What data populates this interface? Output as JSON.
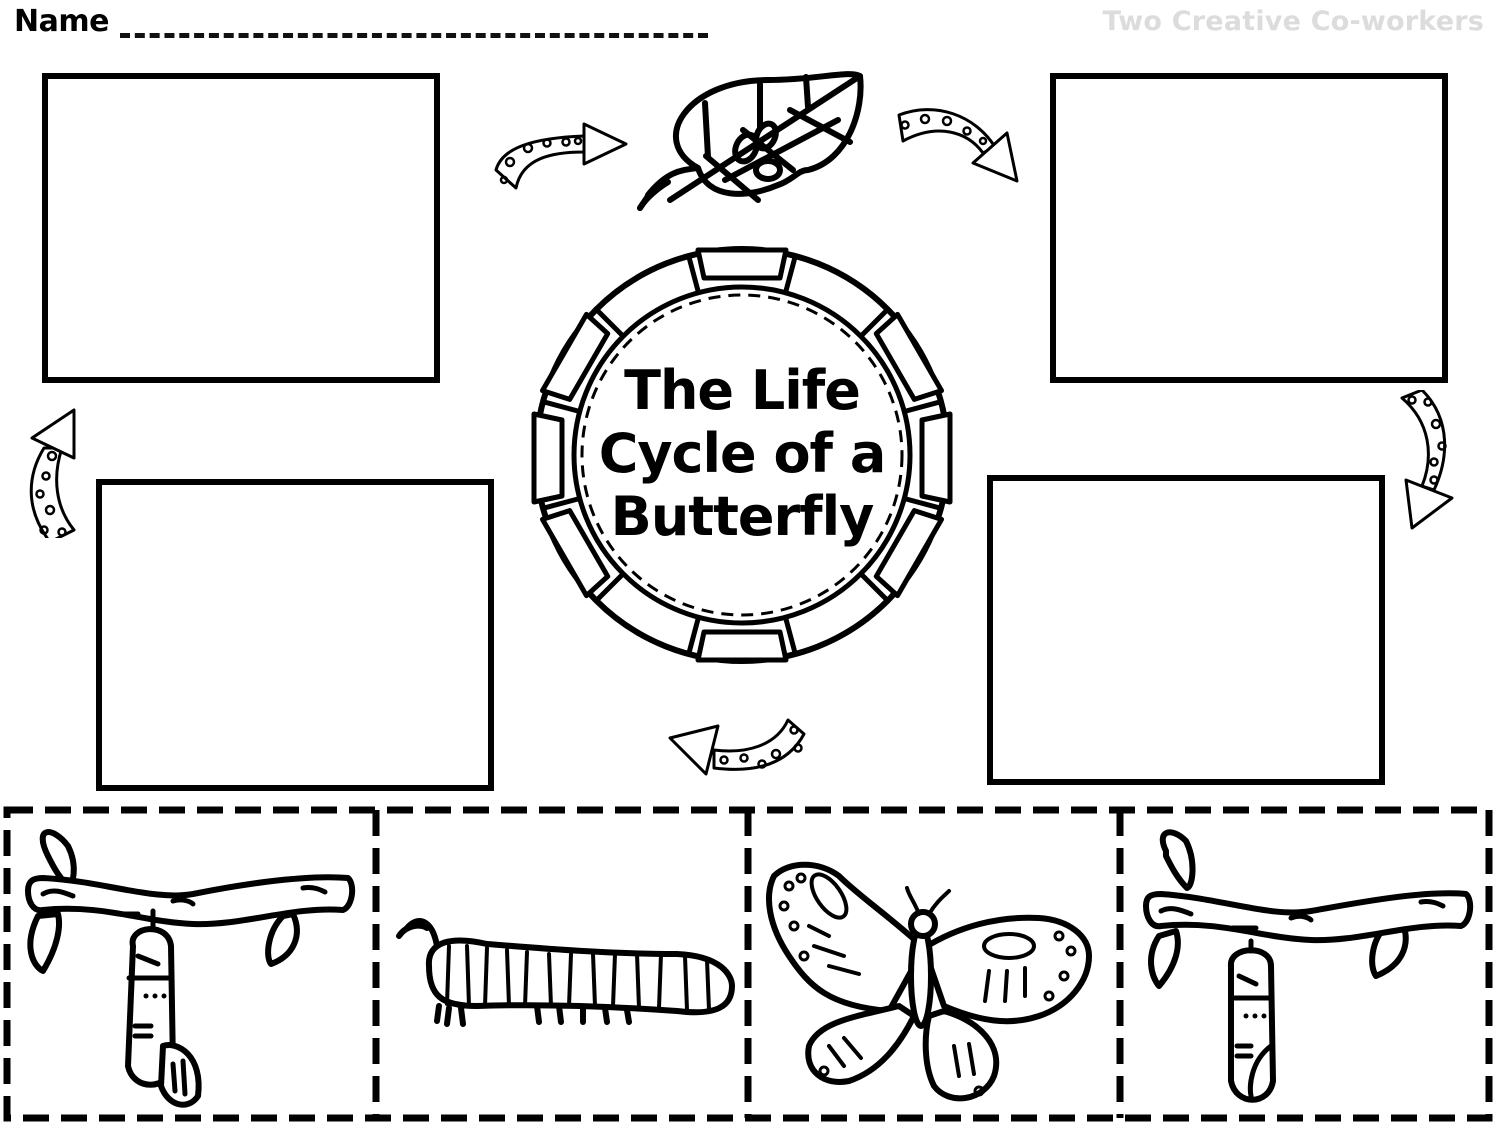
{
  "header": {
    "name_label": "Name",
    "name_field_placeholder": "",
    "watermark": "Two Creative Co-workers"
  },
  "center_badge": {
    "title_lines": [
      "The Life",
      "Cycle of a",
      "Butterfly"
    ]
  },
  "cycle_boxes": [
    {
      "id": "box-top-left",
      "content": ""
    },
    {
      "id": "box-top-right",
      "content": ""
    },
    {
      "id": "box-bottom-right",
      "content": ""
    },
    {
      "id": "box-bottom-left",
      "content": ""
    }
  ],
  "arrows": [
    {
      "position": "top-left",
      "direction": "right",
      "icon": "dotted-curved-arrow-icon"
    },
    {
      "position": "top-right",
      "direction": "down-right",
      "icon": "dotted-curved-arrow-icon"
    },
    {
      "position": "right",
      "direction": "down",
      "icon": "dotted-curved-arrow-icon"
    },
    {
      "position": "bottom",
      "direction": "left",
      "icon": "dotted-curved-arrow-icon"
    },
    {
      "position": "left",
      "direction": "up",
      "icon": "dotted-curved-arrow-icon"
    }
  ],
  "top_illustration": {
    "icon": "leaf-with-eggs-icon"
  },
  "cutout_strip": {
    "cards": [
      {
        "icon": "chrysalis-emerging-butterfly-icon"
      },
      {
        "icon": "caterpillar-icon"
      },
      {
        "icon": "butterfly-icon"
      },
      {
        "icon": "chrysalis-on-branch-icon"
      }
    ]
  },
  "colors": {
    "ink": "#000000",
    "paper": "#ffffff",
    "watermark": "#dcdcdc"
  }
}
